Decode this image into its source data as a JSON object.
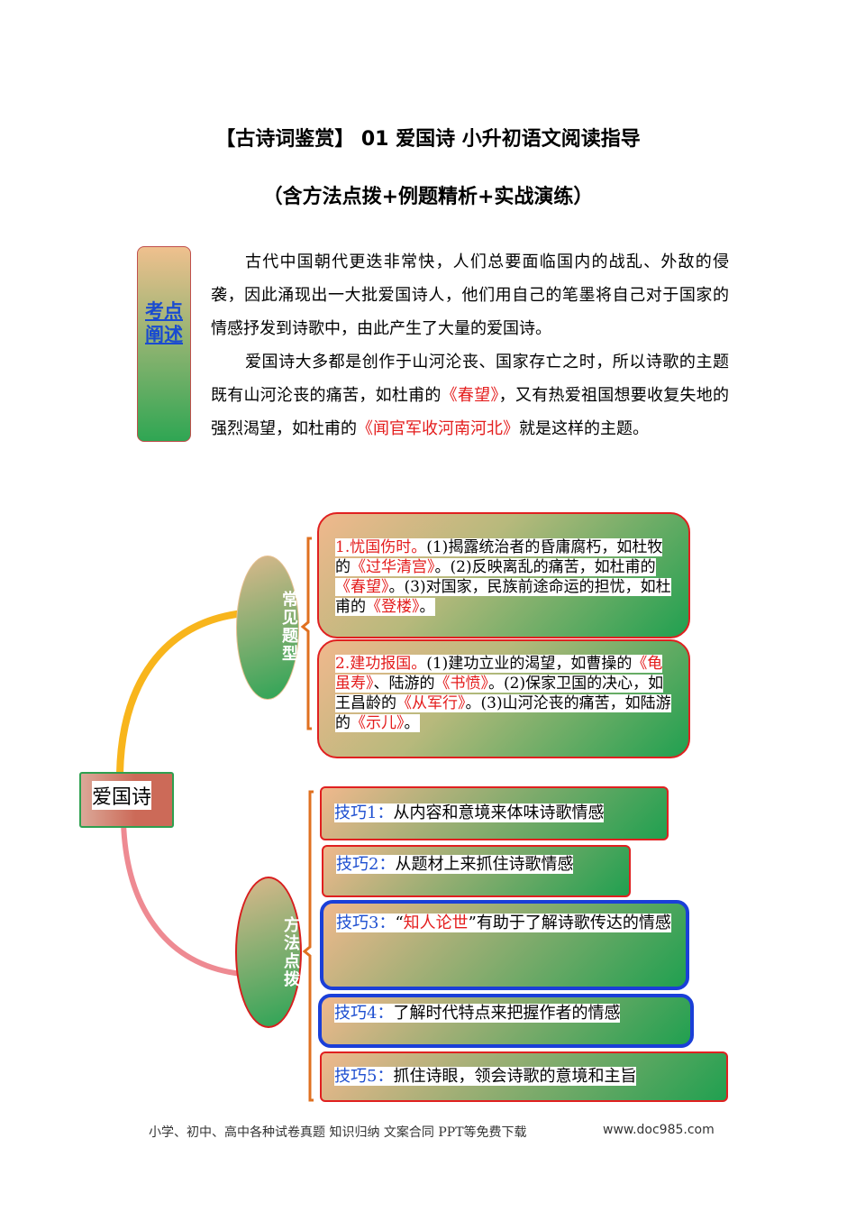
{
  "title": {
    "line1": "【古诗词鉴赏】 01 爱国诗 小升初语文阅读指导",
    "line2": "（含方法点拨+例题精析+实战演练）"
  },
  "tag": "考点阐述",
  "intro": {
    "p1": "古代中国朝代更迭非常快，人们总要面临国内的战乱、外敌的侵袭，因此涌现出一大批爱国诗人，他们用自己的笔墨将自己对于国家的情感抒发到诗歌中，由此产生了大量的爱国诗。",
    "p2a": "爱国诗大多都是创作于山河沦丧、国家存亡之时，所以诗歌的主题既有山河沦丧的痛苦，如杜甫的",
    "p2b": "《春望》",
    "p2c": "，又有热爱祖国想要收复失地的强烈渴望，如杜甫的",
    "p2d": "《闻官军收河南河北》",
    "p2e": "就是这样的主题。"
  },
  "mindmap": {
    "root": "爱国诗",
    "branch1": "常见题型",
    "branch2": "方法点拨",
    "type1": {
      "head": "1.忧国伤时。",
      "a": "(1)揭露统治者的昏庸腐朽，如杜牧的",
      "b": "《过华清宫》",
      "c": "。(2)反映离乱的痛苦，如杜甫的",
      "d": "《春望》",
      "e": "。(3)对国家，民族前途命运的担忧，如杜甫的",
      "f": "《登楼》",
      "g": "。"
    },
    "type2": {
      "head": "2.建功报国。",
      "a": "(1)建功立业的渴望，如曹操的",
      "b": "《龟虽寿》",
      "c": "、陆游的",
      "d": "《书愤》",
      "e": "。(2)保家卫国的决心，如王昌龄的",
      "f": "《从军行》",
      "g": "。(3)山河沦丧的痛苦，如陆游的",
      "h": "《示儿》",
      "i": "。"
    },
    "tips": [
      {
        "label": "技巧1：",
        "text": "从内容和意境来体味诗歌情感"
      },
      {
        "label": "技巧2：",
        "text": "从题材上来抓住诗歌情感"
      },
      {
        "label": "技巧3：",
        "pre": "“",
        "red": "知人论世",
        "text": "”有助于了解诗歌传达的情感"
      },
      {
        "label": "技巧4：",
        "text": "了解时代特点来把握作者的情感"
      },
      {
        "label": "技巧5：",
        "text": "抓住诗眼，领会诗歌的意境和主旨"
      }
    ]
  },
  "footer": {
    "left": "小学、初中、高中各种试卷真题 知识归纳 文案合同 PPT等免费下载",
    "right": "www.doc985.com"
  }
}
